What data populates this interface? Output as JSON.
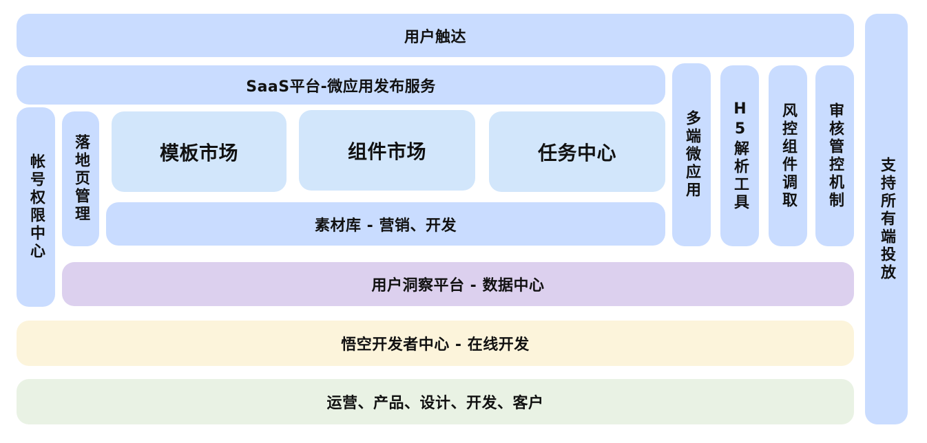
{
  "diagram": {
    "user_reach": "用户触达",
    "saas_platform": "SaaS平台-微应用发布服务",
    "account_center": "帐号权限中心",
    "landing_page": "落地页管理",
    "template_market": "模板市场",
    "component_market": "组件市场",
    "task_center": "任务中心",
    "material_library": "素材库 - 营销、开发",
    "multi_end_app": "多端微应用",
    "h5_parser": "H5解析工具",
    "risk_control": "风控组件调取",
    "audit_mechanism": "审核管控机制",
    "all_end_delivery": "支持所有端投放",
    "insight_platform": "用户洞察平台 - 数据中心",
    "dev_center": "悟空开发者中心 - 在线开发",
    "roles": "运营、产品、设计、开发、客户"
  },
  "colors": {
    "blue": "#c9dcff",
    "light_blue": "#d2e6fb",
    "purple": "#dcd0ee",
    "yellow": "#fcf4db",
    "green": "#e9f2e4"
  }
}
